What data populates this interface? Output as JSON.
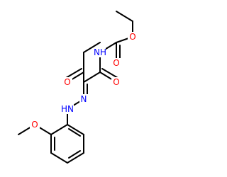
{
  "molecule": {
    "atoms": {
      "nh_carbamate": "NH",
      "o_carbamate_carbonyl": "O",
      "o_ester": "O",
      "o_ketone": "O",
      "o_amide": "O",
      "n_hydrazone": "N",
      "hn_hydrazone": "HN",
      "o_methoxy": "O"
    },
    "colors": {
      "bond": "#000000",
      "oxygen": "#ff0000",
      "nitrogen": "#0000ff"
    }
  }
}
